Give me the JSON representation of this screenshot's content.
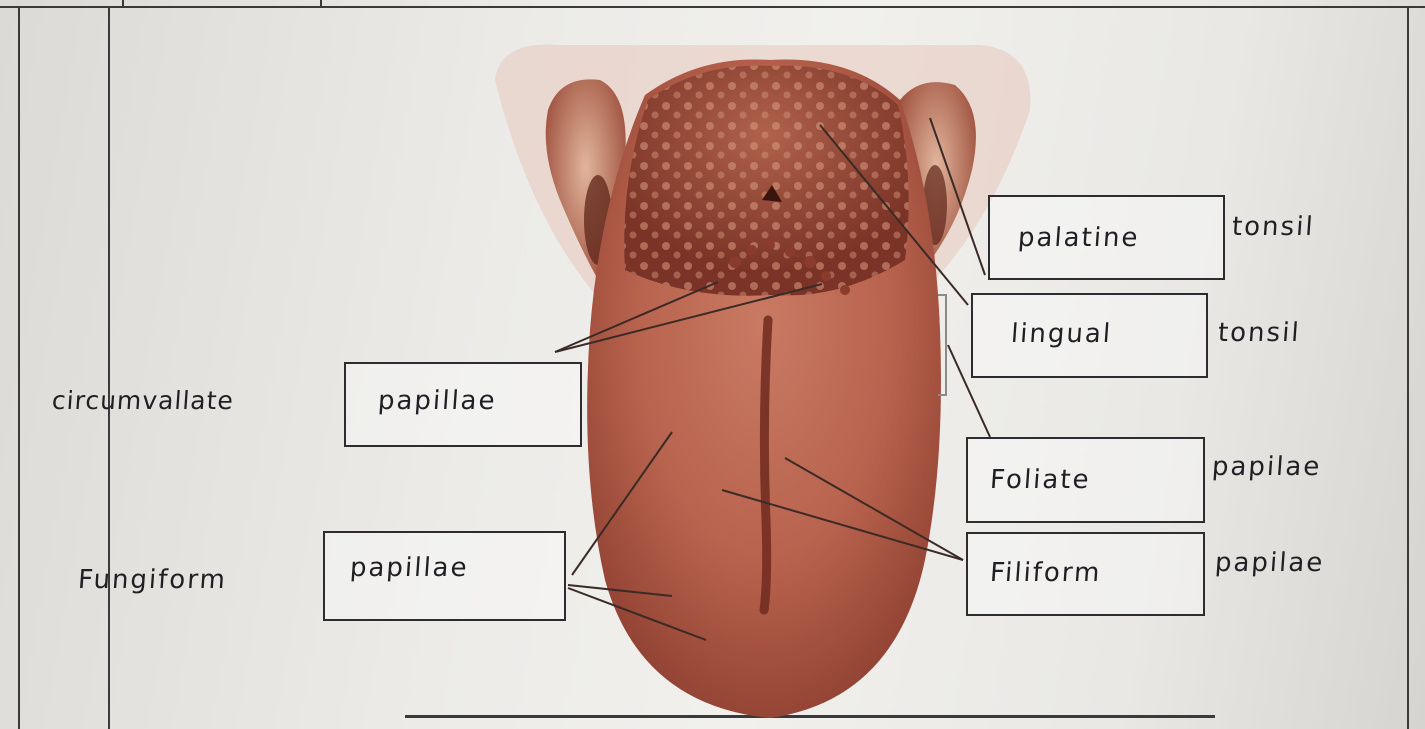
{
  "labels": {
    "palatine": {
      "boxed": "palatine",
      "trailing": "tonsil"
    },
    "lingual": {
      "boxed": "lingual",
      "trailing": "tonsil"
    },
    "circumvallate": {
      "leading": "circumvallate",
      "boxed": "papillae"
    },
    "foliate": {
      "boxed": "Foliate",
      "trailing": "papilae"
    },
    "fungiform": {
      "leading": "Fungiform",
      "boxed": "papillae"
    },
    "filiform": {
      "boxed": "Filiform",
      "trailing": "papilae"
    }
  },
  "colors": {
    "paper": "#ecebe8",
    "ink": "#1f1f24",
    "tongue": "#b8634e",
    "tongue_dark": "#7a3326"
  }
}
